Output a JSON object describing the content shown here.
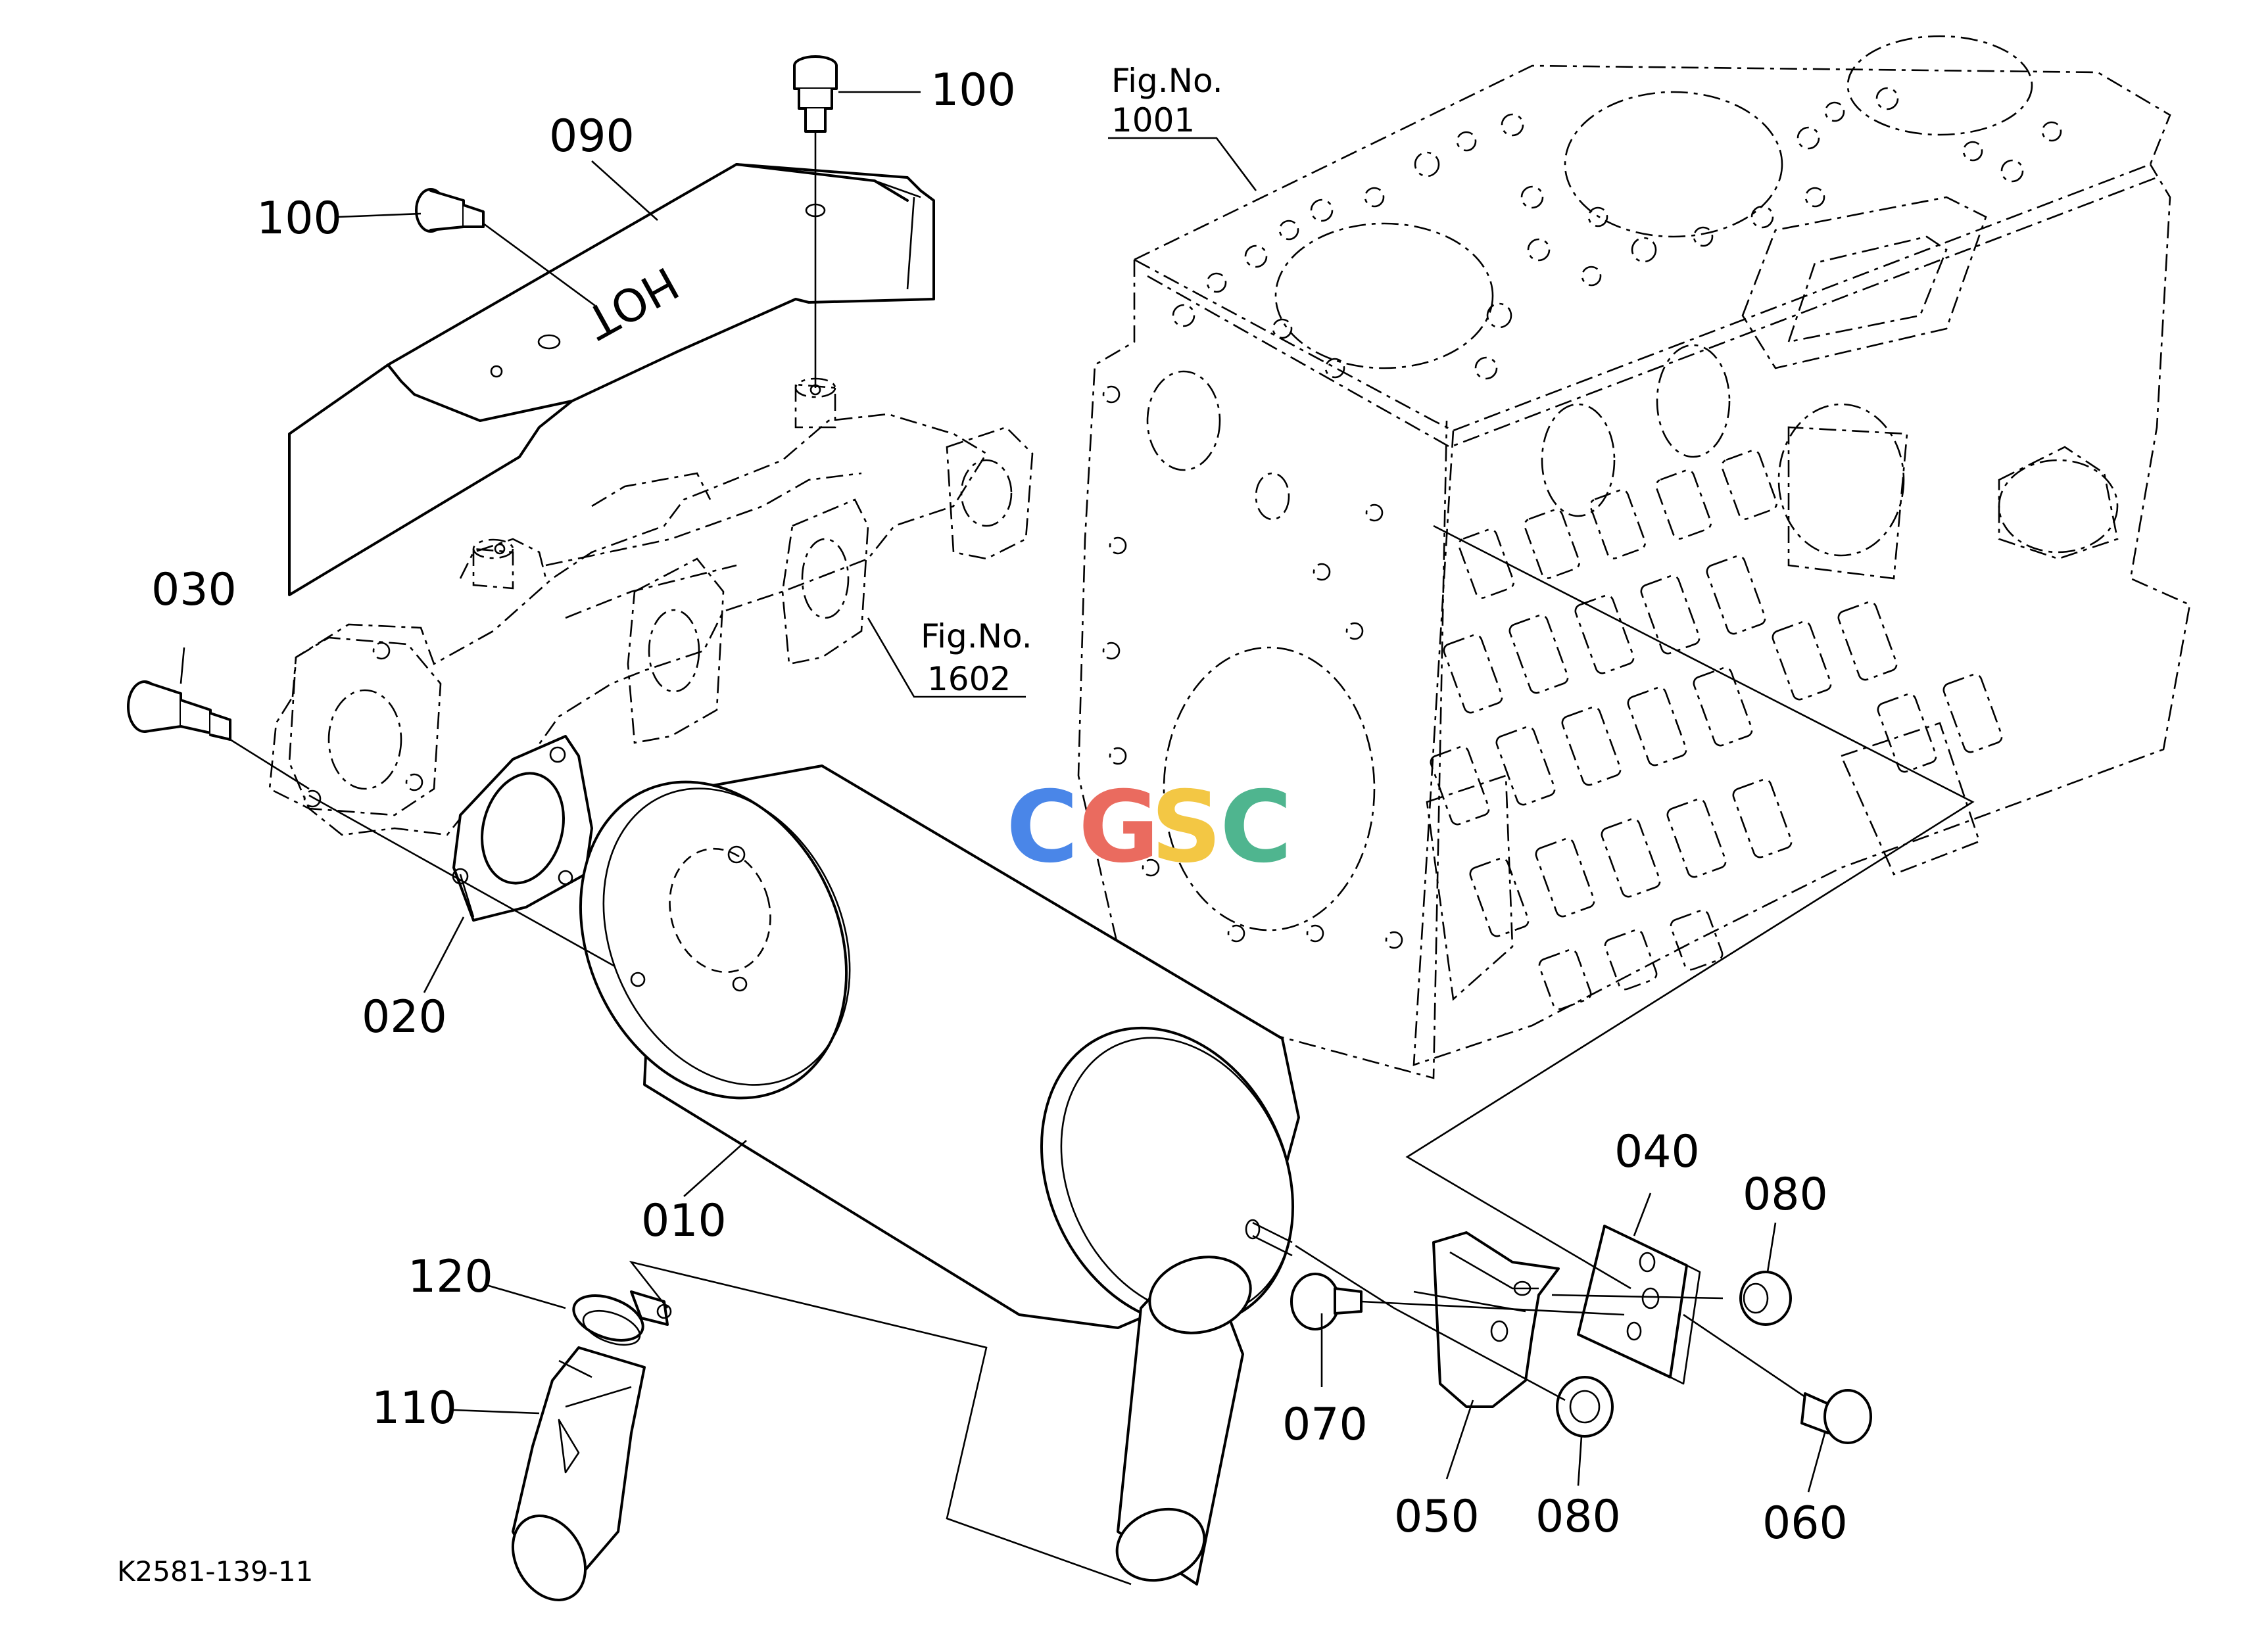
{
  "diagram": {
    "drawing_code": "K2581-139-11",
    "watermark": {
      "letters": [
        "C",
        "G",
        "S",
        "C"
      ],
      "colors": [
        "#4a86e8",
        "#ea6b5f",
        "#f3c744",
        "#4fb58f"
      ]
    },
    "figure_refs": [
      {
        "label": "Fig.No.",
        "number": "1001"
      },
      {
        "label": "Fig.No.",
        "number": "1602"
      }
    ],
    "callouts": {
      "muffler": "010",
      "gasket": "020",
      "stud_bolt": "030",
      "bracket_right": "040",
      "muffler_stay": "050",
      "bolt_060": "060",
      "bolt_070": "070",
      "nut_080_upper": "080",
      "nut_080_lower": "080",
      "heat_cover": "090",
      "bolt_100_top": "100",
      "bolt_100_left": "100",
      "tail_pipe": "110",
      "hose_clamp": "120"
    },
    "cover_stamp": "HOT"
  }
}
